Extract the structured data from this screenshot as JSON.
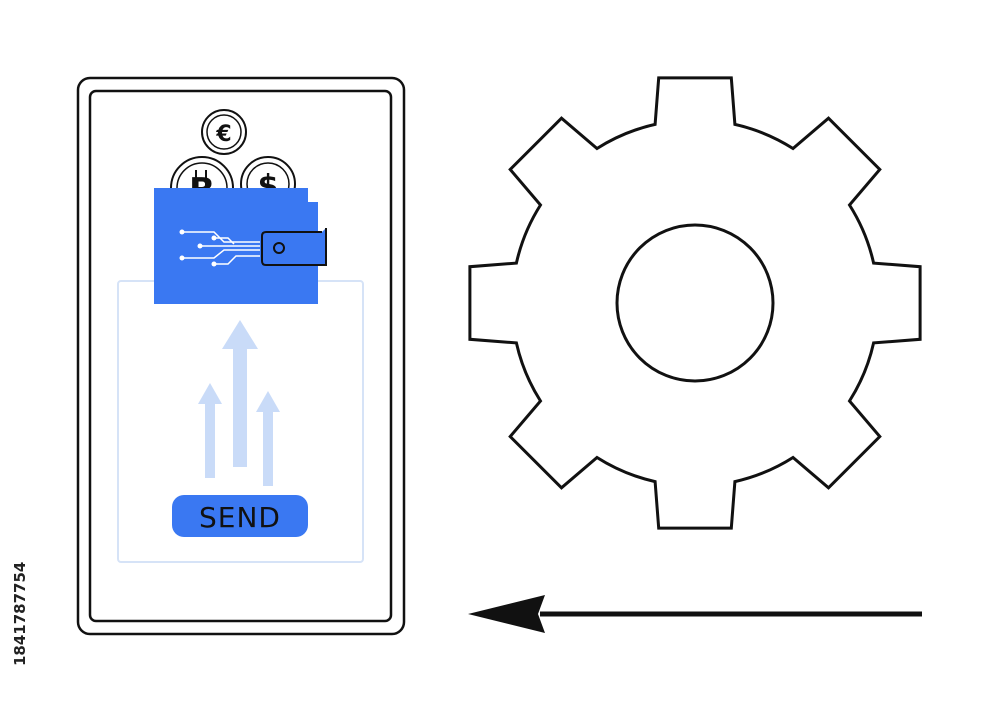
{
  "phone": {
    "send_button_label": "SEND"
  },
  "wallet": {
    "accent_color": "#3a78f2",
    "coins": [
      {
        "name": "euro-coin",
        "symbol": "€"
      },
      {
        "name": "bitcoin-coin",
        "symbol": "B"
      },
      {
        "name": "dollar-coin",
        "symbol": "$"
      }
    ]
  },
  "upload_arrows_color": "#c9dbf8",
  "gear_icon": "gear-icon",
  "direction_arrow": "left-arrow-icon",
  "watermark": {
    "stock_id": "1841787754"
  },
  "colors": {
    "outline": "#111111",
    "background": "#ffffff",
    "card_border": "#d6e3f7"
  }
}
